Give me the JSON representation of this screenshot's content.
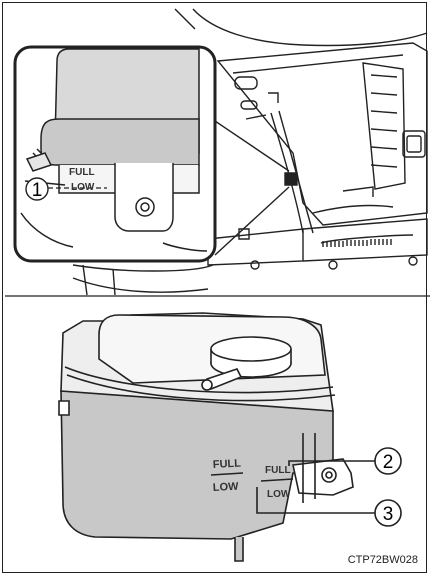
{
  "figure": {
    "caption_code": "CTP72BW028",
    "callouts": [
      "1",
      "2",
      "3"
    ],
    "tank_labels": {
      "full": "FULL",
      "low": "LOW"
    }
  }
}
